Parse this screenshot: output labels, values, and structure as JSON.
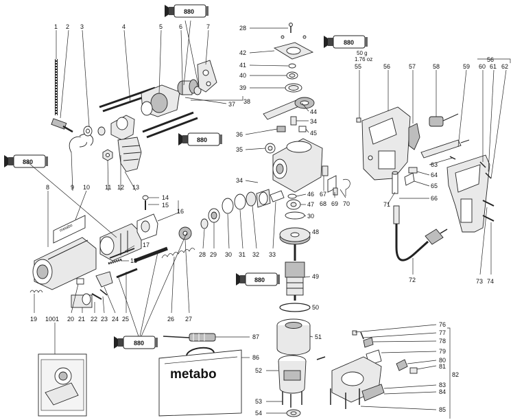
{
  "diagram": {
    "grease_tube_label": "880",
    "grease_amount": "50 g",
    "grease_amount_oz": "1.76 oz",
    "case_brand": "metabo",
    "labels": [
      {
        "id": "p1",
        "text": "1"
      },
      {
        "id": "p2",
        "text": "2"
      },
      {
        "id": "p3",
        "text": "3"
      },
      {
        "id": "p4",
        "text": "4"
      },
      {
        "id": "p5",
        "text": "5"
      },
      {
        "id": "p6",
        "text": "6"
      },
      {
        "id": "p7",
        "text": "7"
      },
      {
        "id": "p8",
        "text": "8"
      },
      {
        "id": "p9",
        "text": "9"
      },
      {
        "id": "p10",
        "text": "10"
      },
      {
        "id": "p11",
        "text": "11"
      },
      {
        "id": "p12",
        "text": "12"
      },
      {
        "id": "p13",
        "text": "13"
      },
      {
        "id": "p14",
        "text": "14"
      },
      {
        "id": "p15",
        "text": "15"
      },
      {
        "id": "p16",
        "text": "16"
      },
      {
        "id": "p17",
        "text": "17"
      },
      {
        "id": "p18",
        "text": "18"
      },
      {
        "id": "p19",
        "text": "19"
      },
      {
        "id": "p20",
        "text": "20"
      },
      {
        "id": "p21",
        "text": "21"
      },
      {
        "id": "p22",
        "text": "22"
      },
      {
        "id": "p23",
        "text": "23"
      },
      {
        "id": "p24",
        "text": "24"
      },
      {
        "id": "p25",
        "text": "25"
      },
      {
        "id": "p26",
        "text": "26"
      },
      {
        "id": "p27",
        "text": "27"
      },
      {
        "id": "p28a",
        "text": "28"
      },
      {
        "id": "p28b",
        "text": "28"
      },
      {
        "id": "p29",
        "text": "29"
      },
      {
        "id": "p30a",
        "text": "30"
      },
      {
        "id": "p30b",
        "text": "30"
      },
      {
        "id": "p31",
        "text": "31"
      },
      {
        "id": "p32",
        "text": "32"
      },
      {
        "id": "p33",
        "text": "33"
      },
      {
        "id": "p34a",
        "text": "34"
      },
      {
        "id": "p34b",
        "text": "34"
      },
      {
        "id": "p35",
        "text": "35"
      },
      {
        "id": "p36",
        "text": "36"
      },
      {
        "id": "p37",
        "text": "37"
      },
      {
        "id": "p38",
        "text": "38"
      },
      {
        "id": "p39",
        "text": "39"
      },
      {
        "id": "p40",
        "text": "40"
      },
      {
        "id": "p41",
        "text": "41"
      },
      {
        "id": "p42",
        "text": "42"
      },
      {
        "id": "p44",
        "text": "44"
      },
      {
        "id": "p45",
        "text": "45"
      },
      {
        "id": "p46",
        "text": "46"
      },
      {
        "id": "p47",
        "text": "47"
      },
      {
        "id": "p48",
        "text": "48"
      },
      {
        "id": "p49",
        "text": "49"
      },
      {
        "id": "p50",
        "text": "50"
      },
      {
        "id": "p51",
        "text": "51"
      },
      {
        "id": "p52",
        "text": "52"
      },
      {
        "id": "p53",
        "text": "53"
      },
      {
        "id": "p54",
        "text": "54"
      },
      {
        "id": "p55",
        "text": "55"
      },
      {
        "id": "p56a",
        "text": "56"
      },
      {
        "id": "p56b",
        "text": "56"
      },
      {
        "id": "p57",
        "text": "57"
      },
      {
        "id": "p58",
        "text": "58"
      },
      {
        "id": "p59",
        "text": "59"
      },
      {
        "id": "p60",
        "text": "60"
      },
      {
        "id": "p61",
        "text": "61"
      },
      {
        "id": "p62",
        "text": "62"
      },
      {
        "id": "p63",
        "text": "63"
      },
      {
        "id": "p64",
        "text": "64"
      },
      {
        "id": "p65",
        "text": "65"
      },
      {
        "id": "p66",
        "text": "66"
      },
      {
        "id": "p67",
        "text": "67"
      },
      {
        "id": "p68",
        "text": "68"
      },
      {
        "id": "p69",
        "text": "69"
      },
      {
        "id": "p70",
        "text": "70"
      },
      {
        "id": "p71",
        "text": "71"
      },
      {
        "id": "p72",
        "text": "72"
      },
      {
        "id": "p73",
        "text": "73"
      },
      {
        "id": "p74",
        "text": "74"
      },
      {
        "id": "p76",
        "text": "76"
      },
      {
        "id": "p77",
        "text": "77"
      },
      {
        "id": "p78",
        "text": "78"
      },
      {
        "id": "p79",
        "text": "79"
      },
      {
        "id": "p80",
        "text": "80"
      },
      {
        "id": "p81",
        "text": "81"
      },
      {
        "id": "p82",
        "text": "82"
      },
      {
        "id": "p83",
        "text": "83"
      },
      {
        "id": "p84",
        "text": "84"
      },
      {
        "id": "p85",
        "text": "85"
      },
      {
        "id": "p86",
        "text": "86"
      },
      {
        "id": "p87",
        "text": "87"
      },
      {
        "id": "p1001",
        "text": "1001"
      }
    ]
  }
}
